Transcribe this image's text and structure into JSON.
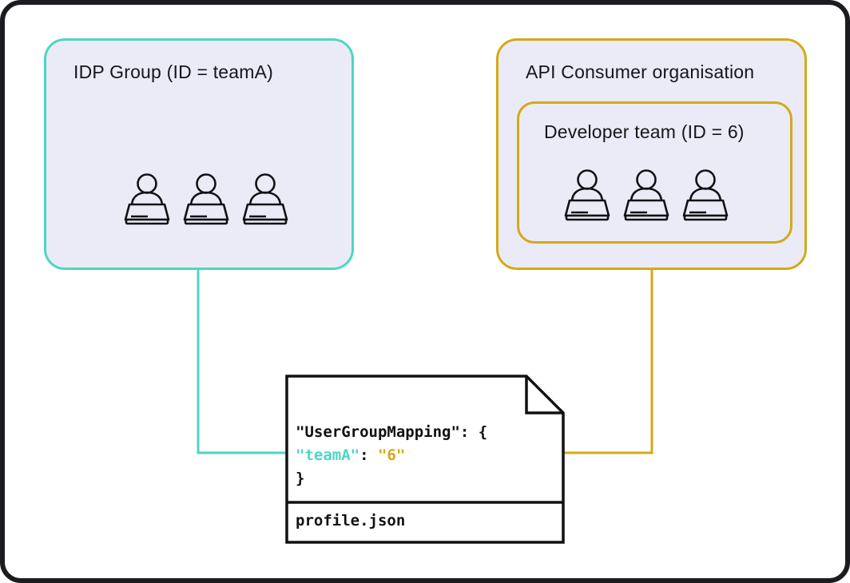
{
  "diagram": {
    "title_hidden": "",
    "colors": {
      "teal": "#4ed6c3",
      "amber": "#d4a917",
      "box_fill": "#ebebf7",
      "frame": "#1c1c20",
      "gray_connector": "#d3d3d8",
      "text": "#15151a"
    },
    "idp_group": {
      "label": "IDP Group (ID = teamA)",
      "people_count": 3,
      "person_icon": "person-at-laptop-icon",
      "border_color": "#4ed6c3"
    },
    "api_consumer": {
      "label": "API Consumer organisation",
      "border_color": "#d4a917",
      "developer_team": {
        "label": "Developer team (ID = 6)",
        "people_count": 3,
        "person_icon": "person-at-laptop-icon",
        "border_color": "#d4a917"
      }
    },
    "document": {
      "filename": "profile.json",
      "code_line_1": "\"UserGroupMapping\": {",
      "code_key": "\"teamA\"",
      "code_colon": ": ",
      "code_value": "\"6\"",
      "code_line_3": "}"
    },
    "connectors": [
      {
        "name": "idp-to-mapping-key",
        "color": "#4ed6c3",
        "from": "IDP Group (ID = teamA)",
        "to": "\"teamA\"",
        "arrow": "right"
      },
      {
        "name": "developer-team-to-mapping-value",
        "color": "#d4a917",
        "from": "Developer team (ID = 6)",
        "to": "\"6\"",
        "arrow": "left"
      }
    ]
  }
}
